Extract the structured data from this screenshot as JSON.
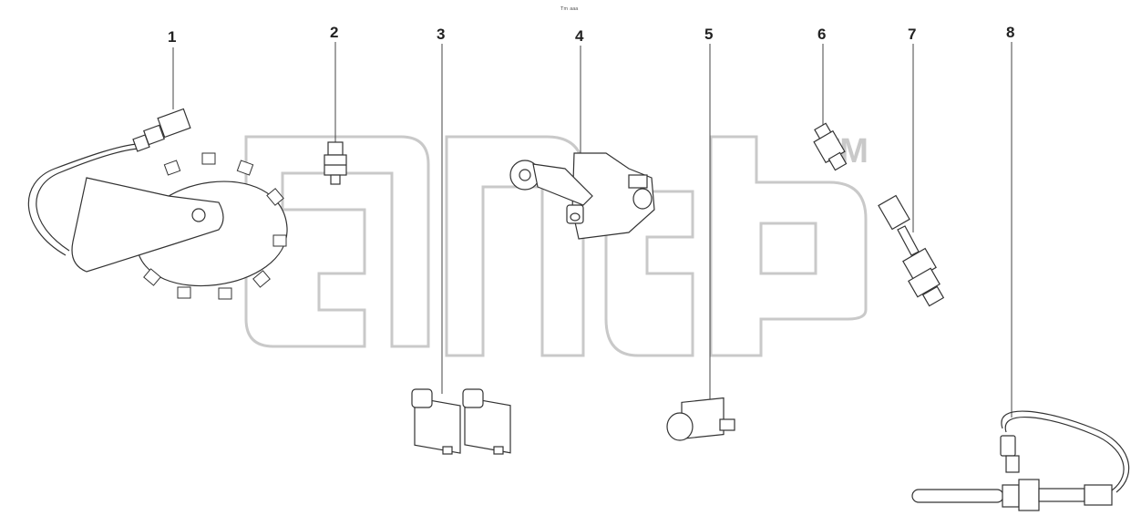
{
  "watermark": {
    "tm": "TM"
  },
  "header_mark": "ᵀᵐ ᵃᵃᵃ",
  "callouts": [
    {
      "label": "1",
      "part": "crankshaft-position-sensor"
    },
    {
      "label": "2",
      "part": "oil-pressure-sensor"
    },
    {
      "label": "3",
      "part": "brake-light-switches"
    },
    {
      "label": "4",
      "part": "accelerator-pedal-position-sensor"
    },
    {
      "label": "5",
      "part": "brake-pressure-switch"
    },
    {
      "label": "6",
      "part": "temperature-switch"
    },
    {
      "label": "7",
      "part": "coolant-temperature-sensor"
    },
    {
      "label": "8",
      "part": "exhaust-temperature-sensor"
    }
  ]
}
